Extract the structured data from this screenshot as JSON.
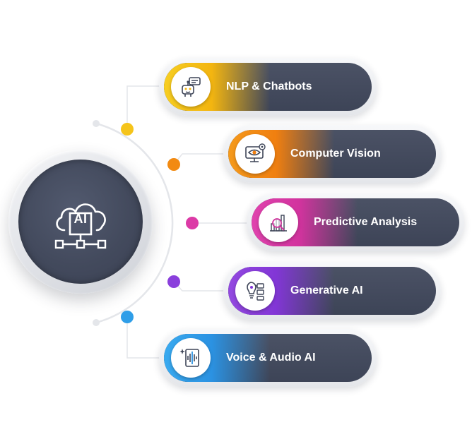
{
  "hub": {
    "label": "AI",
    "icon": "cloud-network-icon"
  },
  "items": [
    {
      "label": "NLP & Chatbots",
      "icon": "chatbot-icon",
      "color": "#f5c41b"
    },
    {
      "label": "Computer Vision",
      "icon": "vision-monitor-icon",
      "color": "#f28a12"
    },
    {
      "label": "Predictive Analysis",
      "icon": "analysis-chart-icon",
      "color": "#dc3aa6"
    },
    {
      "label": "Generative AI",
      "icon": "idea-bulb-icon",
      "color": "#8a3fdc"
    },
    {
      "label": "Voice & Audio AI",
      "icon": "audio-wave-icon",
      "color": "#2f9ee8"
    }
  ]
}
